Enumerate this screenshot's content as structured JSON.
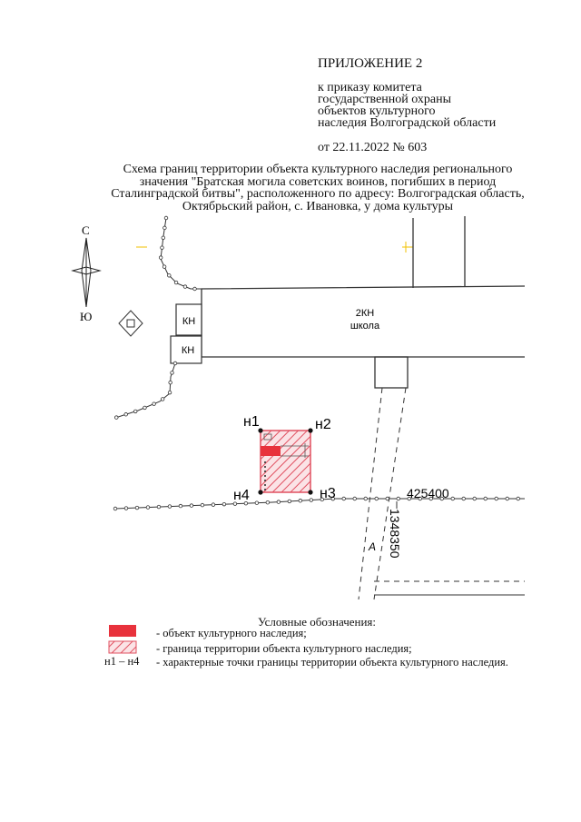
{
  "header": {
    "appendix": "ПРИЛОЖЕНИЕ 2",
    "order_lines": [
      "к приказу комитета",
      "государственной охраны",
      "объектов культурного",
      "наследия Волгоградской области"
    ],
    "date": "от 22.11.2022 № 603"
  },
  "title_lines": [
    "Схема границ территории объекта культурного наследия регионального",
    "значения \"Братская могила советских воинов, погибших в период",
    "Сталинградской битвы\", расположенного по адресу: Волгоградская область,",
    "Октябрьский район, с. Ивановка, у дома культуры"
  ],
  "map": {
    "compass": {
      "north": "С",
      "south": "Ю"
    },
    "building_label": "2КН",
    "building_sublabel": "школа",
    "kn_label_1": "КН",
    "kn_label_2": "КН",
    "points": {
      "n1": "н1",
      "n2": "н2",
      "n3": "н3",
      "n4": "н4"
    },
    "coord_x": "425400",
    "coord_y": "1348350",
    "road_label": "А",
    "colors": {
      "heritage_red": "#e8323c",
      "hatch_red": "#e05060",
      "line": "#333333",
      "tick": "#f2c200"
    }
  },
  "legend": {
    "title": "Условные обозначения:",
    "item_object": "- объект культурного наследия;",
    "item_boundary": "- граница территории объекта культурного наследия;",
    "points_symbol": "н1 – н4",
    "item_points": "- характерные точки границы территории объекта культурного наследия."
  }
}
